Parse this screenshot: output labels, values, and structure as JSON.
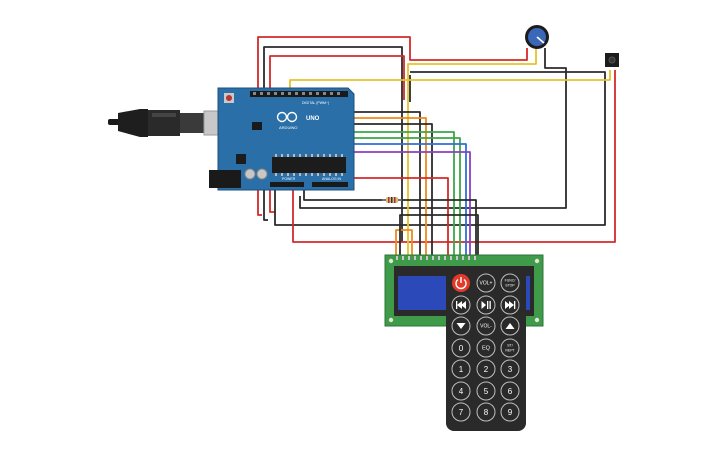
{
  "arduino": {
    "logo_text": "ARDUINO",
    "model_text": "UNO",
    "digital_label": "DIGITAL (PWM~)",
    "power_label": "POWER",
    "analog_label": "ANALOG IN"
  },
  "remote": {
    "row1": [
      "power",
      "VOL+",
      "FUNC/ STOP"
    ],
    "row2": [
      "prev",
      "play-pause",
      "next"
    ],
    "row3": [
      "down",
      "VOL-",
      "up"
    ],
    "row4": [
      "0",
      "EQ",
      "ST/ REPT"
    ],
    "row5": [
      "1",
      "2",
      "3"
    ],
    "row6": [
      "4",
      "5",
      "6"
    ],
    "row7": [
      "7",
      "8",
      "9"
    ],
    "labels": {
      "vol_plus": "VOL+",
      "func_line1": "FUNC/",
      "func_line2": "STOP",
      "vol_minus": "VOL-",
      "k0": "0",
      "eq": "EQ",
      "st_line1": "ST/",
      "st_line2": "REPT",
      "k1": "1",
      "k2": "2",
      "k3": "3",
      "k4": "4",
      "k5": "5",
      "k6": "6",
      "k7": "7",
      "k8": "8",
      "k9": "9"
    }
  },
  "colors": {
    "wire_red": "#d42a2a",
    "wire_black": "#2b2b2b",
    "wire_yellow": "#e6c22a",
    "wire_orange": "#ee8a1a",
    "wire_green": "#3aa845",
    "wire_blue": "#2f6fd8",
    "wire_purple": "#8a3fc6",
    "board_blue": "#2a6fa8",
    "lcd_green": "#3f9a4a",
    "remote_body": "#2a2a2a",
    "power_red": "#e23a2a"
  }
}
